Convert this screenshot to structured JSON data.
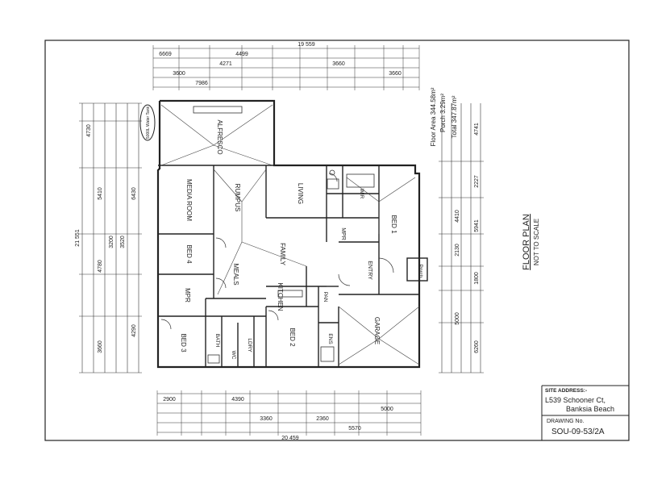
{
  "sheet": {
    "ink_color": "#222222",
    "paper_color": "#ffffff"
  },
  "floor_areas": {
    "floor_area": "Floor Area 344.58m²",
    "porch": "Porch 3.29m²",
    "total": "Total 347.87m²"
  },
  "plan_title": {
    "title": "FLOOR PLAN",
    "subtitle": "NOT TO SCALE"
  },
  "rooms": {
    "alfresco": "ALFRESCO",
    "media_room": "MEDIA ROOM",
    "rumpus": "RUMPUS",
    "living": "LIVING",
    "bed4": "BED 4",
    "meals": "MEALS",
    "family": "FAMILY",
    "kitchen": "KITCHEN",
    "mpr_left": "MPR",
    "bed3": "BED 3",
    "bath": "BATH",
    "wc": "WC",
    "ldry": "LDRY",
    "bed2": "BED 2",
    "pan": "PAN",
    "ens": "ENS",
    "wir": "WIR",
    "mpr_right": "MPR",
    "bed1": "BED 1",
    "entry": "ENTRY",
    "porch": "Porch",
    "garage": "GARAGE",
    "water_tank": "5000L Water Tank"
  },
  "dimensions": {
    "top": [
      "6669",
      "4499",
      "3660",
      "4271",
      "7986",
      "3600",
      "3660",
      "19 559"
    ],
    "bottom": [
      "2900",
      "4390",
      "5000",
      "5570",
      "2360",
      "3360",
      "20 459"
    ],
    "left": [
      "4730",
      "5410",
      "6430",
      "3200",
      "3520",
      "4780",
      "4290",
      "3660",
      "21 551"
    ],
    "right": [
      "4741",
      "2227",
      "4410",
      "5941",
      "2130",
      "1800",
      "5000",
      "6260"
    ]
  },
  "site_address": {
    "label": "SITE ADDRESS:-",
    "line1": "L539 Schooner Ct,",
    "line2": "Banksia Beach"
  },
  "drawing": {
    "label": "DRAWING No.",
    "number": "SOU-09-53/2A"
  }
}
